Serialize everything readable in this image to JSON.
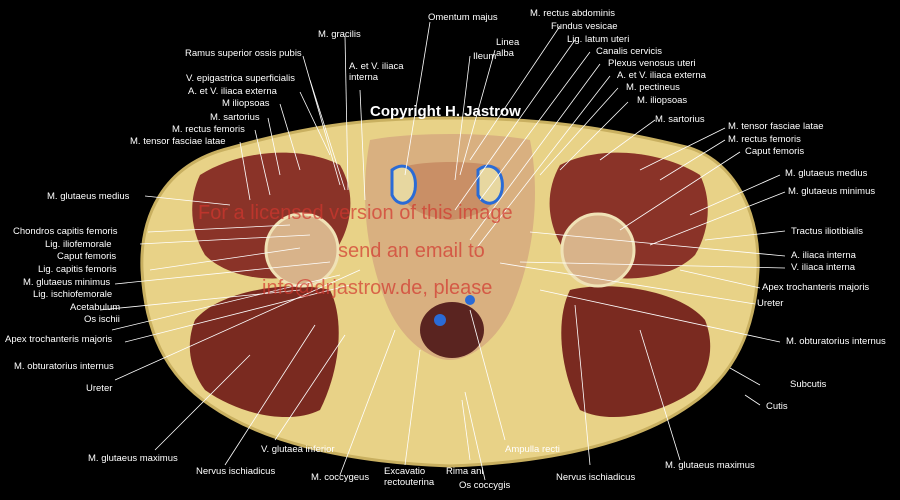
{
  "copyright": "Copyright H. Jastrow",
  "watermark": {
    "line1": "For a licensed version of this image",
    "line2": "send an email to",
    "line3": "info@drjastrow.de, please"
  },
  "labels": {
    "omentum_majus": "Omentum majus",
    "m_gracilis": "M. gracilis",
    "ramus_superior": "Ramus superior ossis pubis",
    "ileum": "Ileum",
    "linea_alba": "Linea\nalba",
    "m_rectus_abdominis": "M. rectus abdominis",
    "fundus_vesicae": "Fundus vesicae",
    "lig_latum_uteri": "Lig. latum uteri",
    "canalis_cervicis": "Canalis cervicis",
    "plexus_venosus_uteri": "Plexus venosus uteri",
    "a_v_iliaca_externa_r": "A. et V. iliaca externa",
    "m_pectineus": "M. pectineus",
    "m_iliopsoas_r": "M. iliopsoas",
    "m_sartorius_r": "M. sartorius",
    "m_tensor_fasciae_latae_r": "M. tensor fasciae latae",
    "m_rectus_femoris_r": "M. rectus femoris",
    "caput_femoris_r": "Caput femoris",
    "m_glutaeus_medius_r": "M. glutaeus medius",
    "m_glutaeus_minimus_r": "M. glutaeus minimus",
    "tractus_iliotibialis": "Tractus iliotibialis",
    "a_iliaca_interna": "A. iliaca interna",
    "v_iliaca_interna": "V. iliaca interna",
    "apex_trochanteris_r": "Apex trochanteris majoris",
    "ureter_r": "Ureter",
    "m_obturatorius_internus_r": "M. obturatorius internus",
    "subcutis": "Subcutis",
    "cutis": "Cutis",
    "m_glutaeus_maximus_r": "M. glutaeus maximus",
    "nervus_ischiadicus_r": "Nervus ischiadicus",
    "os_coccygis": "Os coccygis",
    "rima_ani": "Rima ani",
    "ampulla_recti": "Ampulla recti",
    "excavatio": "Excavatio\nrectouterina",
    "m_coccygeus": "M. coccygeus",
    "v_glutaea_inferior": "V. glutaea inferior",
    "nervus_ischiadicus_l": "Nervus ischiadicus",
    "m_glutaeus_maximus_l": "M. glutaeus maximus",
    "ureter_l": "Ureter",
    "m_obturatorius_internus_l": "M. obturatorius internus",
    "apex_trochanteris_l": "Apex trochanteris majoris",
    "os_ischii": "Os ischii",
    "acetabulum": "Acetabulum",
    "lig_ischiofemorale": "Lig. ischiofemorale",
    "m_glutaeus_minimus_l": "M. glutaeus minimus",
    "lig_capitis_femoris": "Lig. capitis femoris",
    "caput_femoris_l": "Caput femoris",
    "lig_iliofemorale": "Lig. iliofemorale",
    "chondros_capitis_femoris": "Chondros capitis femoris",
    "m_glutaeus_medius_l": "M. glutaeus medius",
    "m_tensor_fasciae_latae_l": "M. tensor fasciae latae",
    "m_rectus_femoris_l": "M. rectus femoris",
    "m_sartorius_l": "M. sartorius",
    "m_iliopsoas_l": "M iliopsoas",
    "a_v_iliaca_externa_l": "A. et V. iliaca externa",
    "v_epigastrica": "V. epigastrica superficialis",
    "a_v_iliaca_interna_top": "A. et V. iliaca\ninterna"
  }
}
